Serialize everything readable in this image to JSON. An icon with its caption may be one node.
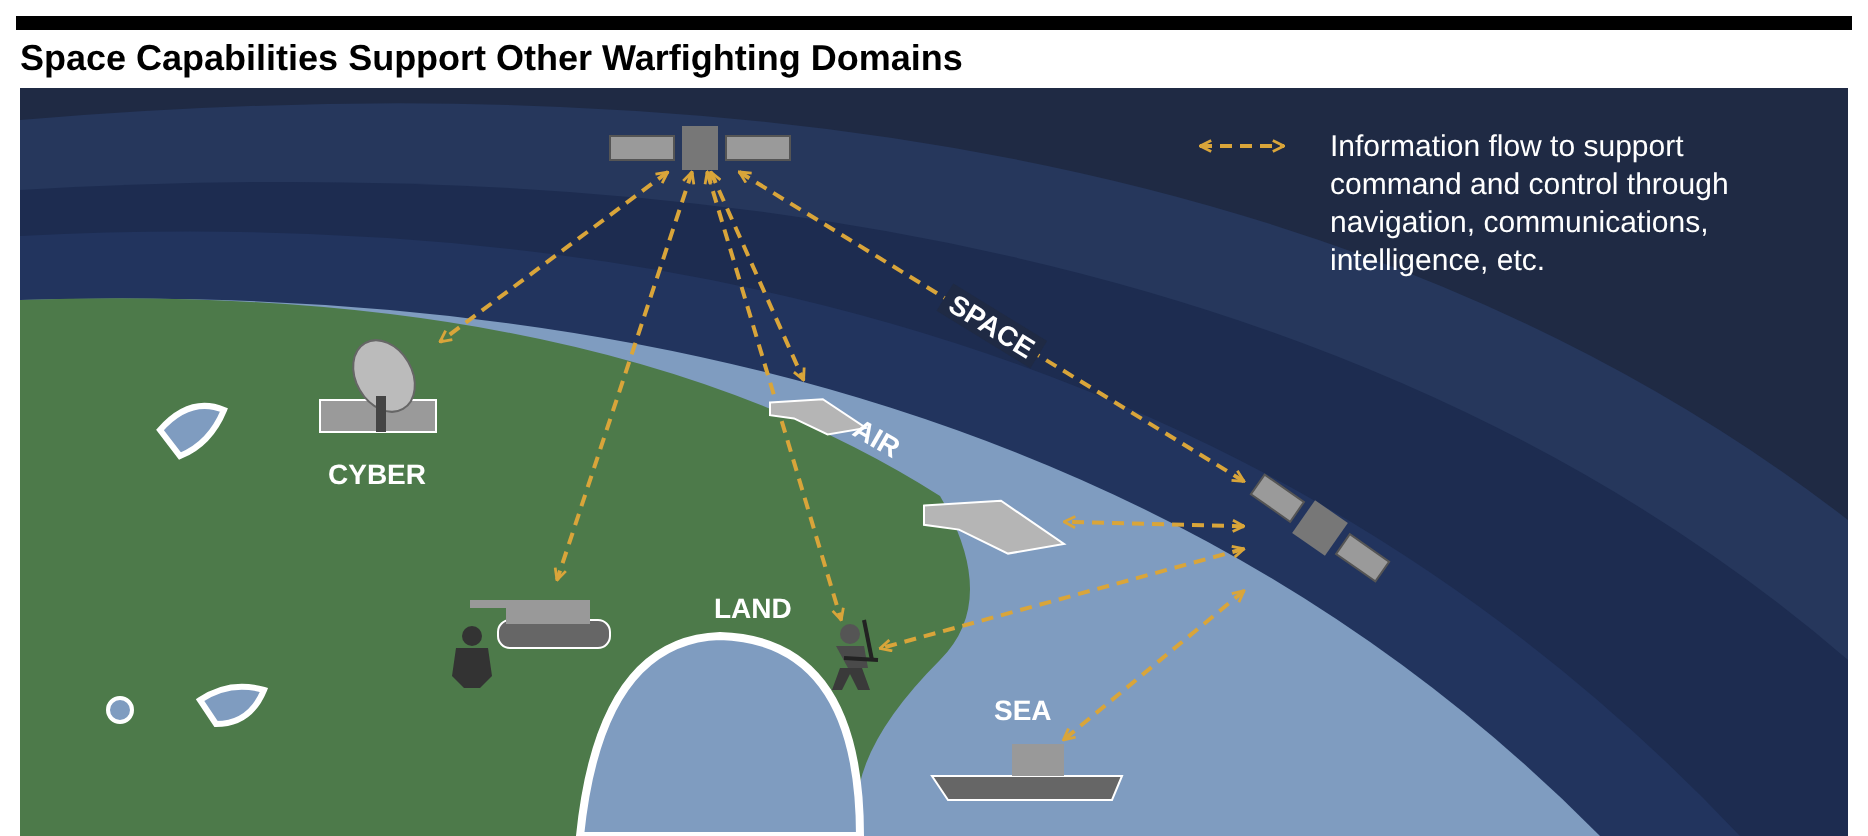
{
  "diagram": {
    "title": "Space Capabilities Support Other Warfighting Domains",
    "nodes": [
      {
        "text": [],
        "shape": "picture"
      },
      {
        "text": [],
        "shape": "picture"
      },
      {
        "text": [],
        "shape": "picture"
      },
      {
        "text": [],
        "shape": "picture"
      },
      {
        "text": [],
        "shape": "picture"
      },
      {
        "text": [],
        "shape": "picture"
      },
      {
        "text": [],
        "shape": "picture"
      },
      {
        "text": [],
        "shape": "picture"
      }
    ],
    "edges": [
      {
        "from": 0,
        "to": 1,
        "arrow": "both",
        "style": "dashed"
      },
      {
        "from": 0,
        "to": 3,
        "arrow": "both",
        "style": "dashed"
      },
      {
        "from": 0,
        "to": 4,
        "arrow": "both",
        "style": "dashed"
      },
      {
        "from": 0,
        "to": 2,
        "arrow": "both",
        "style": "dashed"
      },
      {
        "from": 0,
        "to": 6,
        "arrow": "both",
        "style": "dashed",
        "label": "SPACE"
      },
      {
        "from": 6,
        "to": 5,
        "arrow": "both",
        "style": "dashed"
      },
      {
        "from": 6,
        "to": 4,
        "arrow": "both",
        "style": "dashed"
      },
      {
        "from": 6,
        "to": 7,
        "arrow": "both",
        "style": "dashed"
      }
    ],
    "labels": [
      "AIR",
      "CYBER",
      "LAND",
      "SEA"
    ],
    "legend": [
      {
        "text": "Information flow to support command and control through navigation, communications, intelligence, etc."
      }
    ]
  }
}
